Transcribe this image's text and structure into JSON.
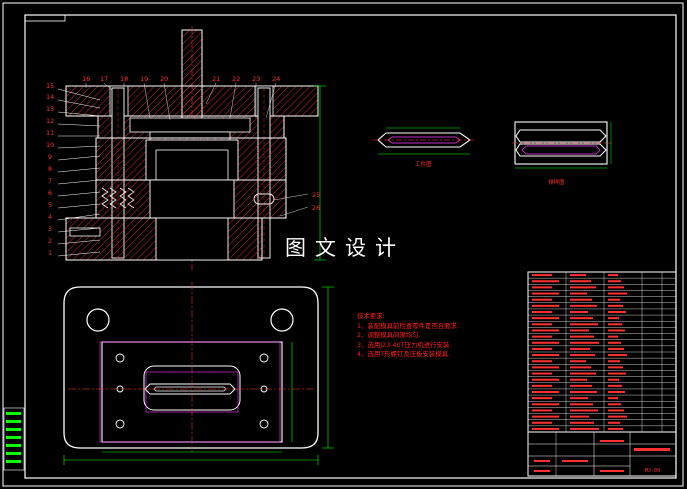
{
  "watermark": "图文设计",
  "part_balloons": [
    "1",
    "2",
    "3",
    "4",
    "5",
    "6",
    "7",
    "8",
    "9",
    "10",
    "11",
    "12",
    "13",
    "14",
    "15",
    "16",
    "17",
    "18",
    "19",
    "20",
    "21",
    "22",
    "23",
    "24",
    "25",
    "26"
  ],
  "tech_notes": {
    "title": "技术要求:",
    "items": [
      "1、装配模具前检查零件是否合要求.",
      "2、调整模具间隙均匀.",
      "3、选用J23-40T压力机进行安装.",
      "4、选用T形螺钉及压板安装模具."
    ]
  },
  "view_labels": {
    "workpiece": "工件图",
    "layout": "排样图"
  },
  "drawing_number": "MJ-00",
  "colors": {
    "background": "#000000",
    "frame": "#ffffff",
    "outline": "#ffffff",
    "hatch": "#ff3030",
    "dimension": "#00ff00",
    "center_line": "#ff3030",
    "profile": "#ff3cff",
    "title_block_text": "#ff3030"
  }
}
